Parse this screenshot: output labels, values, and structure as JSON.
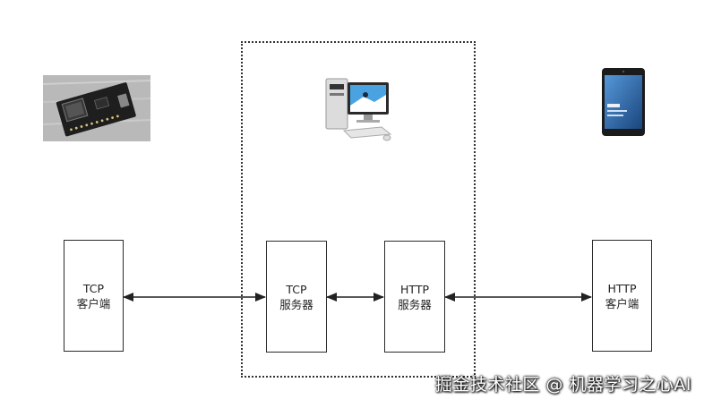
{
  "nodes": {
    "tcp_client": {
      "line1": "TCP",
      "line2": "客户端"
    },
    "tcp_server": {
      "line1": "TCP",
      "line2": "服务器"
    },
    "http_server": {
      "line1": "HTTP",
      "line2": "服务器"
    },
    "http_client": {
      "line1": "HTTP",
      "line2": "客户端"
    }
  },
  "images": {
    "dev_board": "esp8266-board-photo",
    "desktop_pc": "desktop-computer-photo",
    "phone": "smartphone-photo"
  },
  "watermark": "掘金技术社区 @ 机器学习之心AI"
}
